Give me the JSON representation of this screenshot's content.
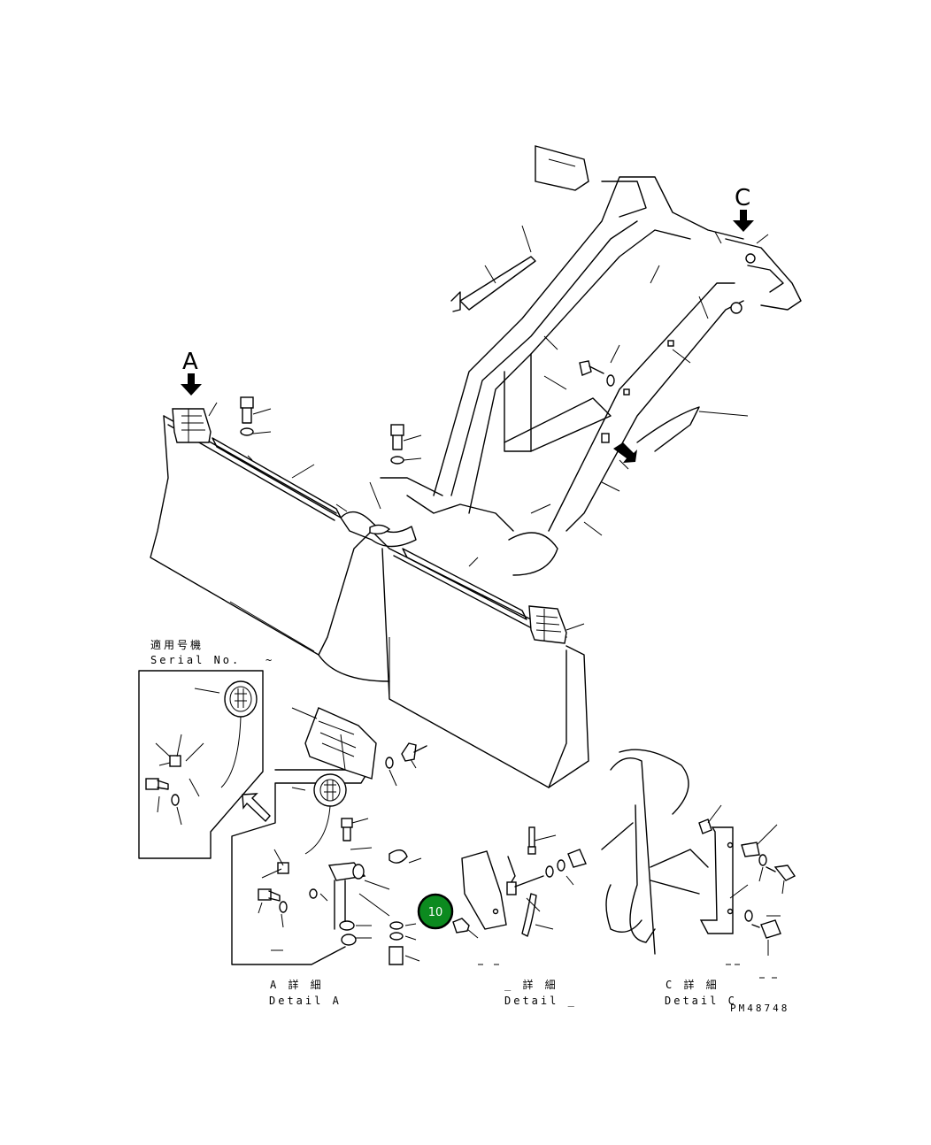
{
  "views": {
    "a": {
      "letter": "A"
    },
    "c": {
      "letter": "C"
    }
  },
  "serial_box": {
    "title_jp": "適用号機",
    "title_en": "Serial No.",
    "range_mark": "~"
  },
  "details": {
    "a": {
      "jp": "A 詳 細",
      "en": "Detail A"
    },
    "b": {
      "jp": "_ 詳 細",
      "en": "Detail _"
    },
    "c": {
      "jp": "C 詳 細",
      "en": "Detail C"
    }
  },
  "drawing_code": "PM48748",
  "callout": {
    "number": "10",
    "color": "#0c8a1f",
    "border": "#000000"
  }
}
